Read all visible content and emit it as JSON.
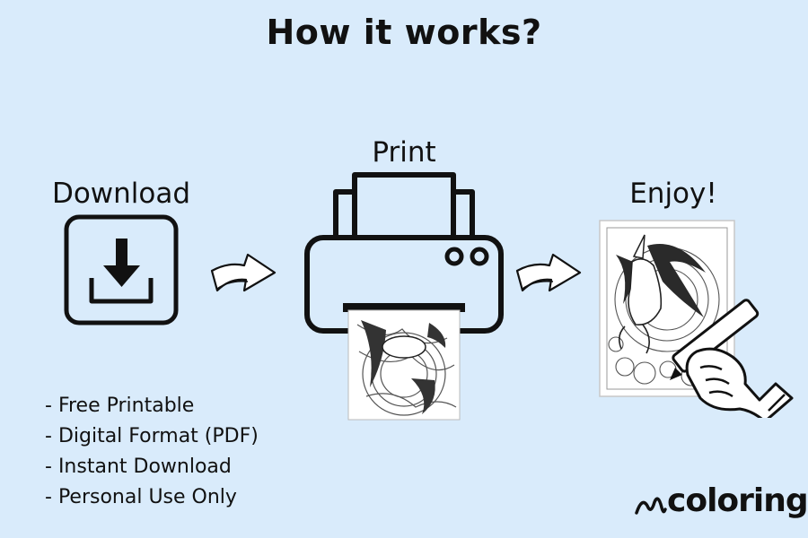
{
  "title": "How it works?",
  "steps": [
    {
      "label": "Download",
      "icon": "download-icon"
    },
    {
      "label": "Print",
      "icon": "printer-icon"
    },
    {
      "label": "Enjoy!",
      "icon": "coloring-page-with-hand-pencil"
    }
  ],
  "features": [
    "Free Printable",
    "Digital Format (PDF)",
    "Instant Download",
    "Personal Use Only"
  ],
  "page_watermark": "coloring",
  "brand": {
    "logo_text": "coloring"
  },
  "colors": {
    "background": "#d9ebfb",
    "ink": "#111111",
    "paper": "#ffffff"
  }
}
